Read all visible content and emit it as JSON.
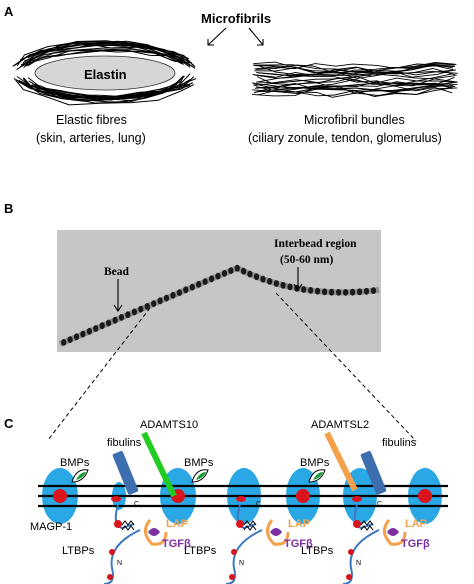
{
  "panel_a": {
    "label": "A",
    "microfibrils_label": "Microfibrils",
    "elastin_label": "Elastin",
    "elastic_fibres_title": "Elastic fibres",
    "elastic_fibres_examples": "(skin, arteries, lung)",
    "bundles_title": "Microfibril bundles",
    "bundles_examples": "(ciliary zonule, tendon, glomerulus)"
  },
  "panel_b": {
    "label": "B",
    "bead_label": "Bead",
    "interbead_label": "Interbead region",
    "interbead_size": "(50-60 nm)"
  },
  "panel_c": {
    "label": "C",
    "bmps_1": "BMPs",
    "bmps_2": "BMPs",
    "bmps_3": "BMPs",
    "fibulins_1": "fibulins",
    "fibulins_2": "fibulins",
    "adamts10": "ADAMTS10",
    "adamtsl2": "ADAMTSL2",
    "magp1": "MAGP-1",
    "ltbps_1": "LTBPs",
    "ltbps_2": "LTBPs",
    "ltbps_3": "LTBPs",
    "lap_1": "LAP",
    "lap_2": "LAP",
    "lap_3": "LAP",
    "tgfb_1": "TGFβ",
    "tgfb_2": "TGFβ",
    "tgfb_3": "TGFβ",
    "c_term": "C",
    "n_term": "N"
  },
  "colors": {
    "bead_blue": "#2aa8e6",
    "magp_red": "#d9141c",
    "fibulin_blue": "#3d6eb0",
    "adamts10_green": "#22cc22",
    "adamtsl2_orange": "#f5a04a",
    "lap_orange": "#f5a04a",
    "tgfb_purple": "#7b2fa0",
    "bmp_green": "#1a9e3a",
    "ltbp_blue": "#3d78c0"
  }
}
